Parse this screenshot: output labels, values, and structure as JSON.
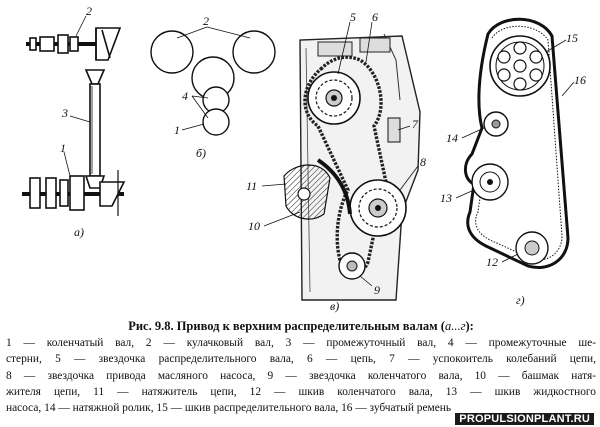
{
  "figure": {
    "subfigures": [
      "а)",
      "б)",
      "в)",
      "г)"
    ],
    "labels_a": [
      "2",
      "3",
      "1"
    ],
    "labels_b": [
      "2",
      "4",
      "1"
    ],
    "labels_c": [
      "5",
      "6",
      "7",
      "8",
      "11",
      "10",
      "9"
    ],
    "labels_d": [
      "15",
      "16",
      "14",
      "13",
      "12"
    ]
  },
  "caption": {
    "title_prefix": "Рис. 9.8. Привод к верхним распределительным валам (",
    "title_range": "а...г",
    "title_suffix": "):",
    "lines": [
      "1 — коленчатый вал, 2 — кулачковый вал, 3 — промежуточный вал, 4 — промежуточные ше-",
      "стерни, 5 — звездочка распределительного вала, 6 — цепь, 7 — успокоитель колебаний цепи,",
      "8 — звездочка привода масляного насоса, 9 — звездочка коленчатого вала, 10 — башмак натя-",
      "жителя цепи, 11 — натяжитель цепи, 12 — шкив коленчатого вала, 13 — шкив жидкостного",
      "насоса, 14 — натяжной ролик, 15 — шкив распределительного вала, 16 — зубчатый ремень"
    ]
  },
  "watermark": "PROPULSIONPLANT.RU"
}
